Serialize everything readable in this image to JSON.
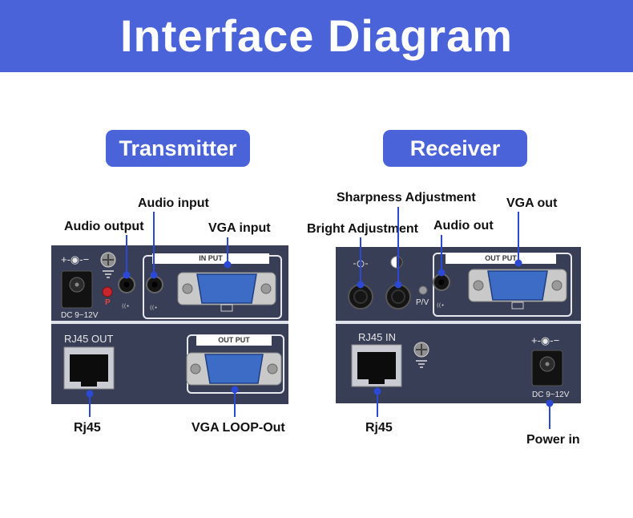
{
  "banner": {
    "title": "Interface Diagram",
    "color": "#4b63d8"
  },
  "transmitter": {
    "heading": "Transmitter",
    "callouts": {
      "audio_input": "Audio input",
      "audio_output": "Audio output",
      "vga_input": "VGA input",
      "rj45": "Rj45",
      "vga_loop_out": "VGA LOOP-Out"
    },
    "panel": {
      "power_symbol": "+-◉-−",
      "dc_label": "DC 9~12V",
      "p_label": "P",
      "input_frame": "IN  PUT",
      "output_frame": "OUT PUT",
      "rj45_label": "RJ45 OUT"
    }
  },
  "receiver": {
    "heading": "Receiver",
    "callouts": {
      "sharpness": "Sharpness Adjustment",
      "bright": "Bright Adjustment",
      "audio_out": "Audio out",
      "vga_out": "VGA out",
      "rj45": "Rj45",
      "power_in": "Power in"
    },
    "panel": {
      "output_frame": "OUT PUT",
      "pv_label": "P/V",
      "rj45_label": "RJ45 IN",
      "power_symbol": "+-◉-−",
      "dc_label": "DC 9~12V"
    }
  },
  "colors": {
    "accent": "#4b63d8",
    "panel": "#383e55",
    "vga_blue": "#3d6cc7"
  }
}
